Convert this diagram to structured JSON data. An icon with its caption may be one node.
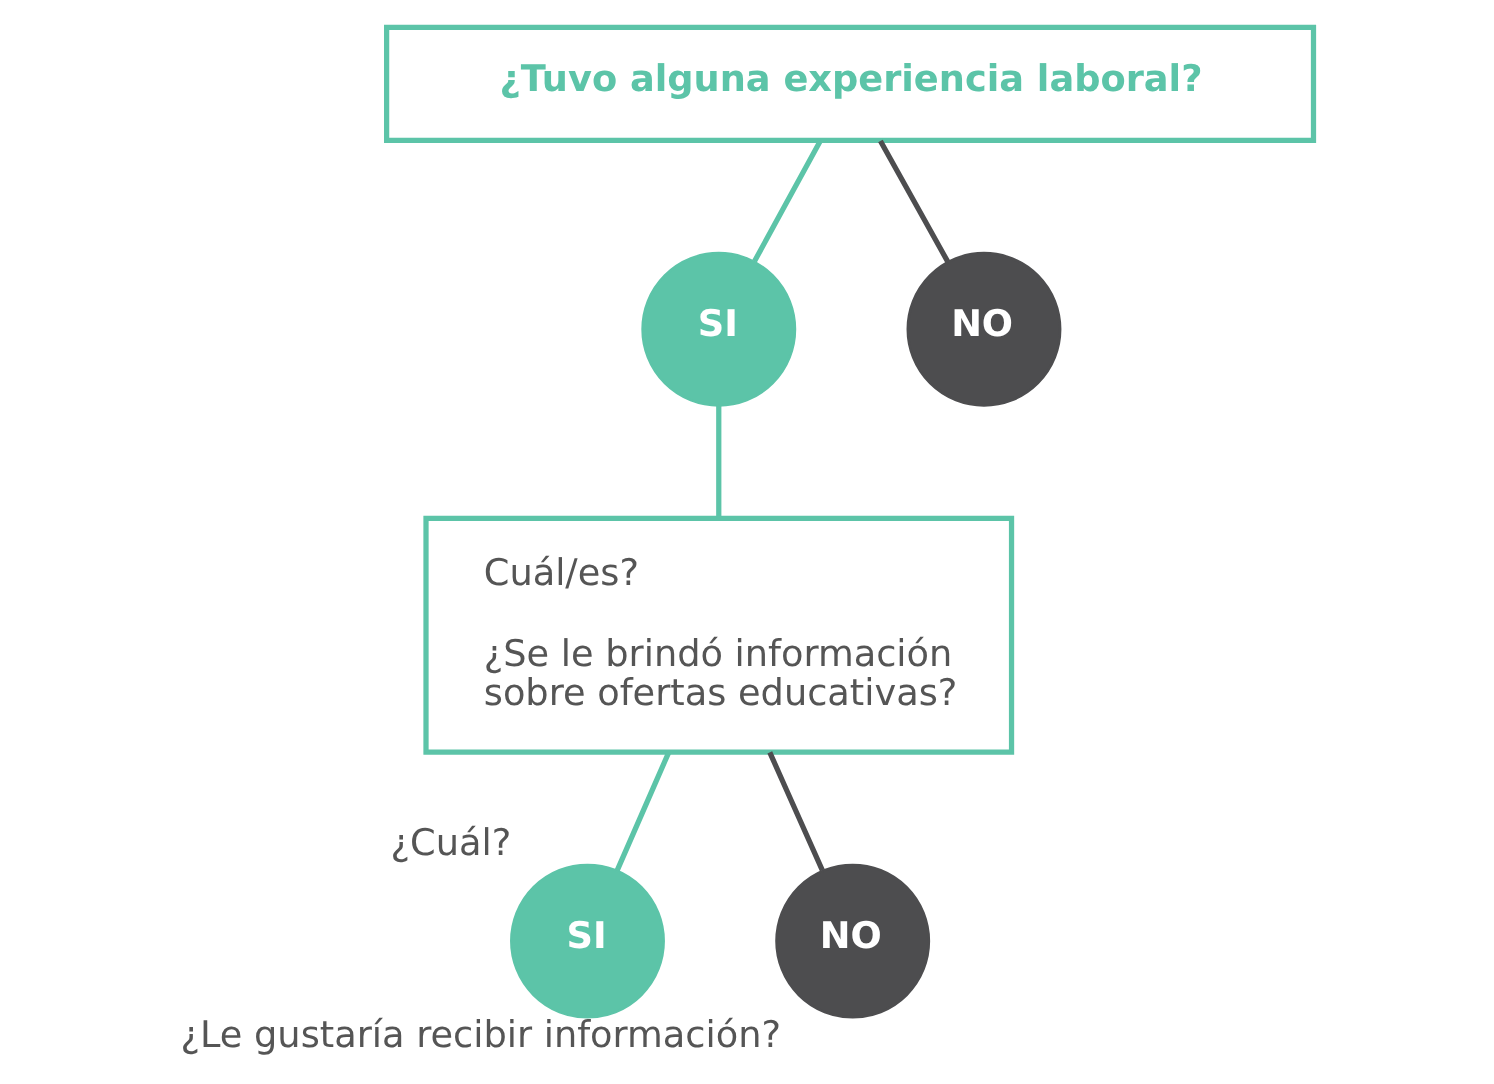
{
  "diagram": {
    "nodes": [
      {
        "text": [
          "¿Tuvo alguna experiencia laboral?"
        ]
      },
      {
        "text": [
          "SI"
        ]
      },
      {
        "text": [
          "NO"
        ]
      },
      {
        "text": [
          "Cuál/es?",
          "¿Se le brindó información sobre ofertas educativas?"
        ]
      },
      {
        "text": [
          "SI"
        ],
        "beside": [
          "¿Cuál?"
        ]
      },
      {
        "text": [
          "NO"
        ],
        "beside": [
          "¿Le gustaría recibir información?"
        ]
      }
    ],
    "edges": [
      {
        "from": 0,
        "to": 1,
        "arrow": "none"
      },
      {
        "from": 0,
        "to": 2,
        "arrow": "none",
        "color": "#4d4d4f"
      },
      {
        "from": 1,
        "to": 3,
        "arrow": "none"
      },
      {
        "from": 3,
        "to": 4,
        "arrow": "none"
      },
      {
        "from": 3,
        "to": 5,
        "arrow": "none",
        "color": "#4d4d4f"
      }
    ]
  }
}
